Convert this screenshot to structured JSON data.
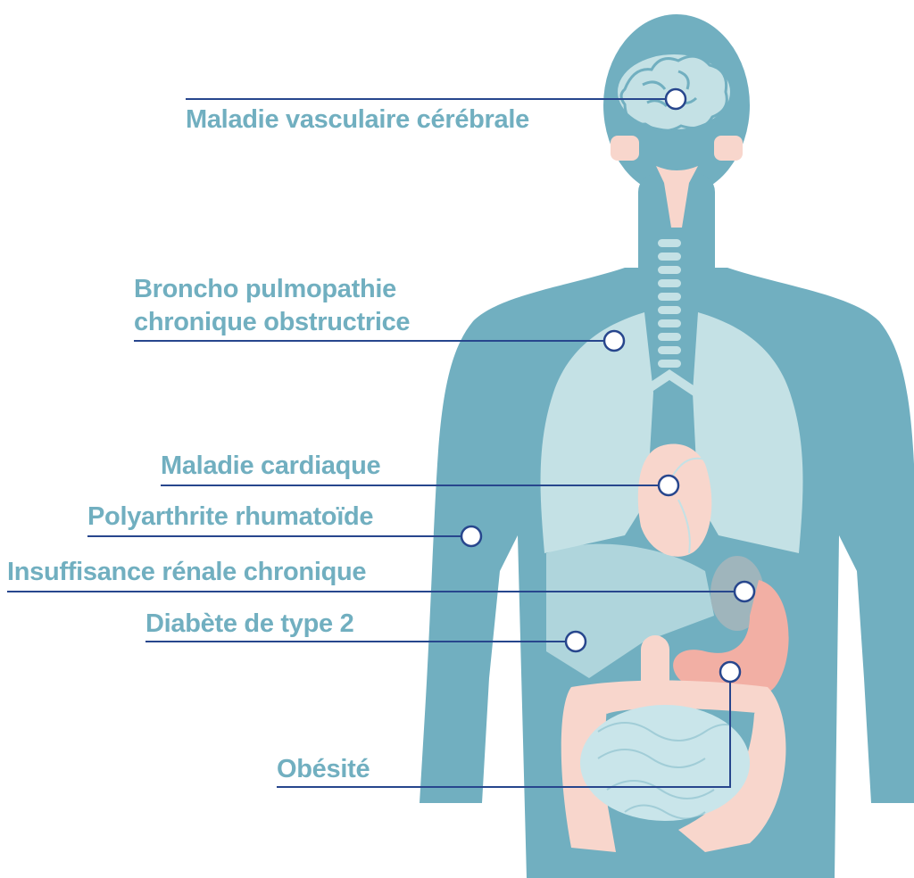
{
  "colors": {
    "body": "#71afc0",
    "lungs": "#c4e1e5",
    "organs_pink": "#f8d6cc",
    "stomach": "#f2afa4",
    "intestines_blue": "#c9e5ea",
    "kidney_grey": "#9fb5bc",
    "label_text": "#71afc0",
    "leader_line": "#27468d"
  },
  "labels": [
    {
      "id": "cerebrovascular",
      "text": "Maladie vasculaire cérébrale"
    },
    {
      "id": "copd",
      "line1": "Broncho pulmopathie",
      "line2": "chronique obstructrice"
    },
    {
      "id": "heart",
      "text": "Maladie cardiaque"
    },
    {
      "id": "ra",
      "text": "Polyarthrite rhumatoïde"
    },
    {
      "id": "ckd",
      "text": "Insuffisance rénale chronique"
    },
    {
      "id": "diabetes",
      "text": "Diabète de type 2"
    },
    {
      "id": "obesity",
      "text": "Obésité"
    }
  ]
}
